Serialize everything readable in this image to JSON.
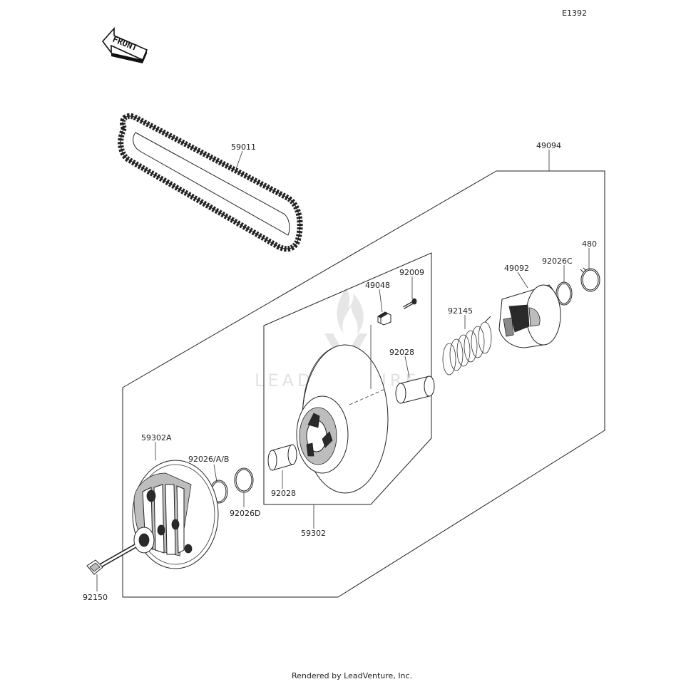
{
  "diagram": {
    "code": "E1392",
    "front_label": "FRONT",
    "watermark": "LEADVENTURE",
    "credit": "Rendered by LeadVenture, Inc.",
    "parts": [
      {
        "id": "59011"
      },
      {
        "id": "49094"
      },
      {
        "id": "480"
      },
      {
        "id": "92026C"
      },
      {
        "id": "49092"
      },
      {
        "id": "92145"
      },
      {
        "id": "92009"
      },
      {
        "id": "49048"
      },
      {
        "id": "92028a",
        "label": "92028"
      },
      {
        "id": "92028b",
        "label": "92028"
      },
      {
        "id": "59302A"
      },
      {
        "id": "92026AB",
        "label": "92026/A/B"
      },
      {
        "id": "92026D"
      },
      {
        "id": "59302"
      },
      {
        "id": "92150"
      }
    ]
  }
}
